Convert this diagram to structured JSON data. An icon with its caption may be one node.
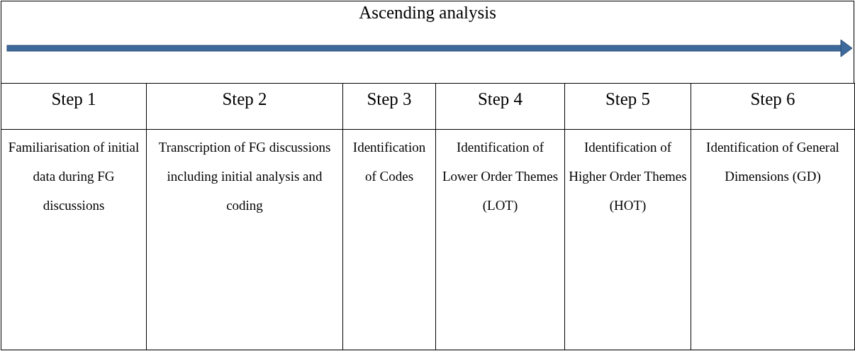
{
  "diagram": {
    "title": "Ascending analysis",
    "labels": [
      "Step 1",
      "Step 2",
      "Step 3",
      "Step 4",
      "Step 5",
      "Step 6",
      "Familiarisation of initial data during FG discussions",
      "Transcription of FG discussions including initial analysis and coding",
      "Identification of Codes",
      "Identification of Lower Order Themes (LOT)",
      "Identification of Higher Order Themes (HOT)",
      "Identification of General Dimensions (GD)"
    ]
  }
}
